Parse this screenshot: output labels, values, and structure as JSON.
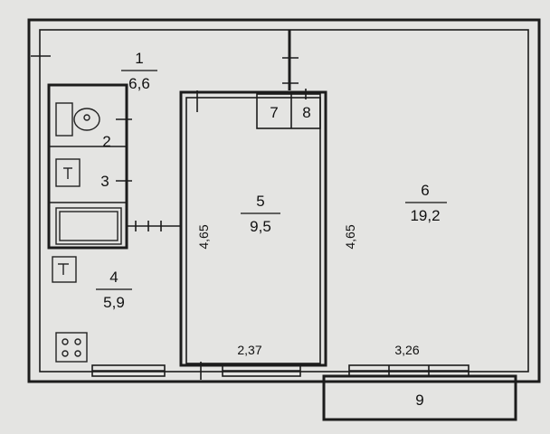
{
  "rooms": [
    {
      "id": "1",
      "area": "6,6"
    },
    {
      "id": "2"
    },
    {
      "id": "3"
    },
    {
      "id": "4",
      "area": "5,9"
    },
    {
      "id": "5",
      "area": "9,5"
    },
    {
      "id": "6",
      "area": "19,2"
    },
    {
      "id": "7"
    },
    {
      "id": "8"
    },
    {
      "id": "9"
    }
  ],
  "dimensions": {
    "room5_height": "4,65",
    "room6_height": "4,65",
    "room5_width": "2,37",
    "room6_width": "3,26"
  }
}
